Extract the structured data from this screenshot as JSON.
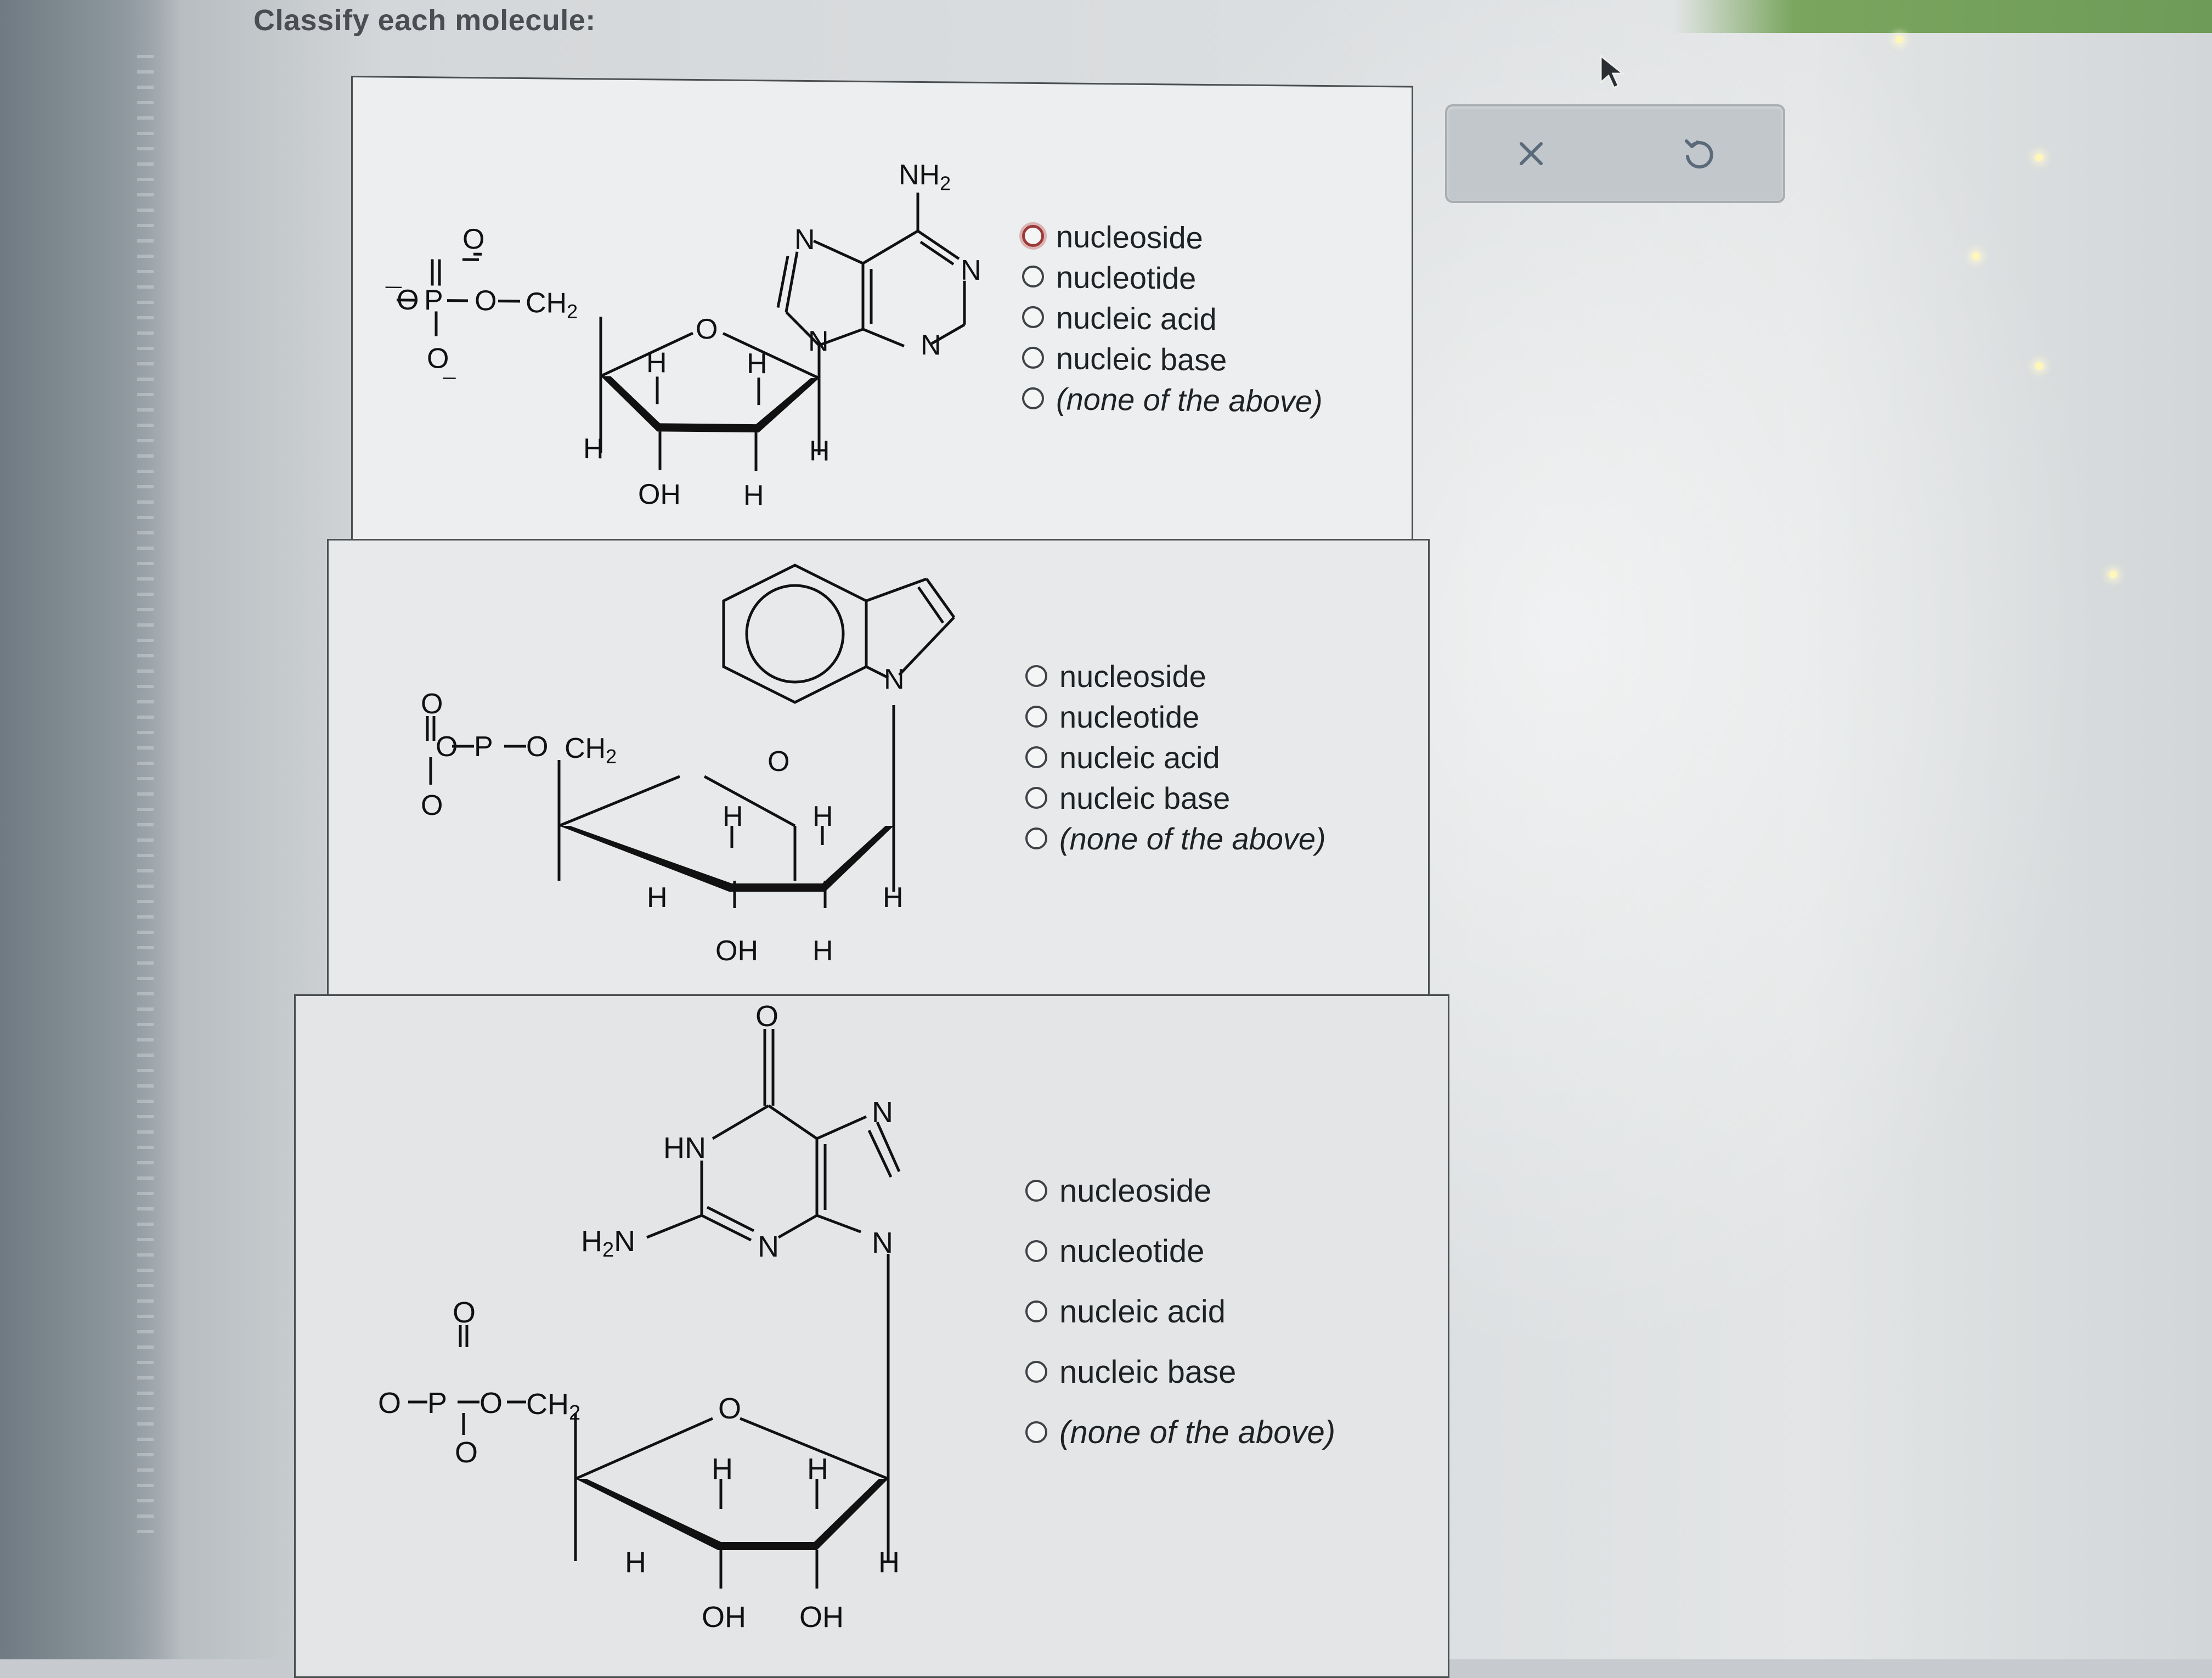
{
  "prompt": "Classify each molecule:",
  "options": [
    "nucleoside",
    "nucleotide",
    "nucleic acid",
    "nucleic base",
    "(none of the above)"
  ],
  "questions": [
    {
      "selected": "nucleoside",
      "labels": {
        "o_top": "O",
        "o_minus": "O",
        "p": "P",
        "o_link": "O",
        "ch2": "CH",
        "ch2_sub": "2",
        "ring_o": "O",
        "h1": "H",
        "h2": "H",
        "h3": "H",
        "h4": "H",
        "h5": "H",
        "oh": "OH",
        "n1": "N",
        "n2": "N",
        "n3": "N",
        "n4": "N",
        "nh2": "NH",
        "nh2_sub": "2",
        "o_bottom": "O"
      }
    },
    {
      "selected": null,
      "labels": {
        "o_top": "O",
        "o_minus": "O",
        "p": "P",
        "o_link": "O",
        "ch2": "CH",
        "ch2_sub": "2",
        "ring_o": "O",
        "h1": "H",
        "h2": "H",
        "h3": "H",
        "h4": "H",
        "h5": "H",
        "oh": "OH",
        "n1": "N",
        "o_bottom": "O"
      }
    },
    {
      "selected": null,
      "labels": {
        "o_top": "O",
        "o_minus": "O",
        "p": "P",
        "o_link": "O",
        "ch2": "CH",
        "ch2_sub": "2",
        "ring_o": "O",
        "h1": "H",
        "h2": "H",
        "h3": "H",
        "h4": "H",
        "oh1": "OH",
        "oh2": "OH",
        "carbonyl_o": "O",
        "hn": "HN",
        "h2n": "H",
        "h2n_sub": "2",
        "h2n_n": "N",
        "n1": "N",
        "n2": "N",
        "n3": "N",
        "o_bottom": "O"
      }
    }
  ],
  "actions": {
    "close_icon": "x-icon",
    "reset_icon": "undo-icon"
  },
  "colors": {
    "accent_selected": "#9c3a3a",
    "text": "#1f2225"
  }
}
